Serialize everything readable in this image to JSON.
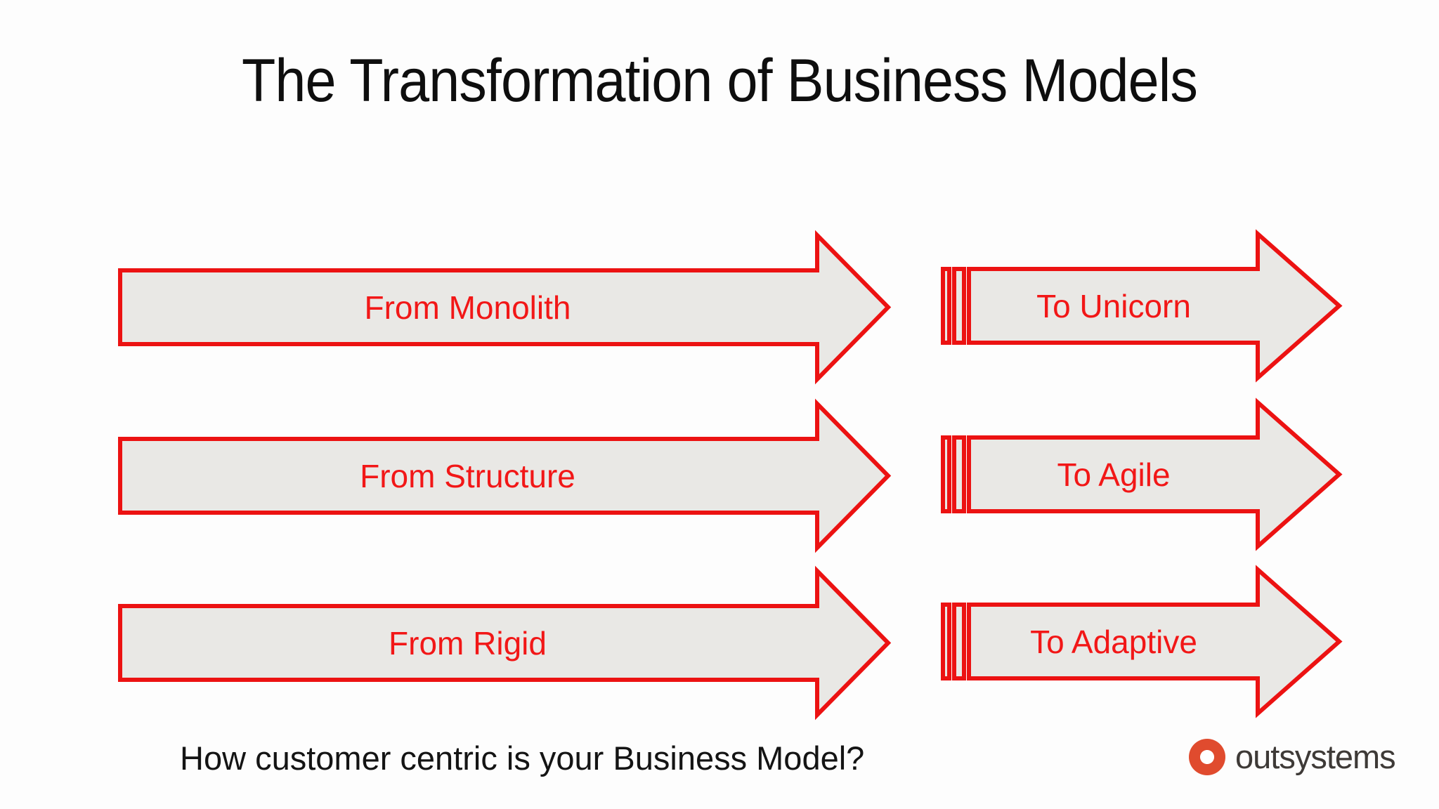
{
  "slide": {
    "title": "The Transformation of Business Models",
    "question": "How customer centric is your Business Model?"
  },
  "transformations": [
    {
      "from": "From Monolith",
      "to": "To Unicorn"
    },
    {
      "from": "From Structure",
      "to": "To Agile"
    },
    {
      "from": "From Rigid",
      "to": "To Adaptive"
    }
  ],
  "logo": {
    "brand": "outsystems",
    "icon": "donut-circle-icon"
  },
  "colors": {
    "background": "#fdfdfd",
    "arrow_stroke": "#ec1212",
    "arrow_fill": "#e9e8e5",
    "label_red": "#f21717",
    "title_color": "#0e0e0e",
    "logo_orange": "#e04b2e",
    "logo_text": "#3e3a37"
  }
}
